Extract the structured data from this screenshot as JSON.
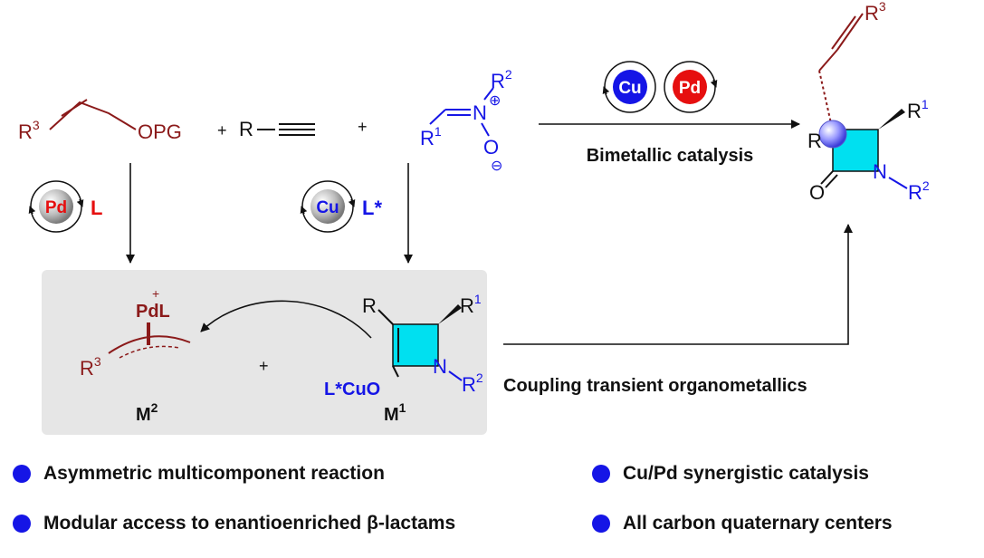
{
  "colors": {
    "maroon": "#8B1A1A",
    "blue": "#1515E6",
    "red": "#E60F0F",
    "cyan": "#00E0F0",
    "grey_box": "#E6E6E6",
    "dark": "#111111"
  },
  "reagents": {
    "allyl": {
      "r3": "R",
      "r3_sup": "3",
      "opg": "OPG"
    },
    "plus1": "+",
    "alkyne_r": "R",
    "plus2": "+",
    "nitrone": {
      "r1": "R",
      "r1_sup": "1",
      "r2": "R",
      "r2_sup": "2",
      "n": "N",
      "o": "O",
      "plus_charge": "⊕",
      "minus_charge": "⊖"
    }
  },
  "top_arrow": {
    "cu": "Cu",
    "pd": "Pd",
    "label": "Bimetallic catalysis"
  },
  "left_branch": {
    "metal": "Pd",
    "ligand": "L"
  },
  "mid_branch": {
    "metal": "Cu",
    "ligand": "L*"
  },
  "product": {
    "r3": "R",
    "r3_sup": "3",
    "r": "R",
    "r1": "R",
    "r1_sup": "1",
    "n": "N",
    "r2": "R",
    "r2_sup": "2",
    "o": "O"
  },
  "box": {
    "m2": {
      "pdl": "PdL",
      "charge": "+",
      "r3": "R",
      "r3_sup": "3",
      "label": "M",
      "label_sup": "2"
    },
    "plus": "+",
    "m1": {
      "r": "R",
      "r1": "R",
      "r1_sup": "1",
      "n": "N",
      "r2": "R",
      "r2_sup": "2",
      "cuo": "L*CuO",
      "label": "M",
      "label_sup": "1"
    }
  },
  "coupling_label": "Coupling  transient organometallics",
  "bullets": [
    "Asymmetric multicomponent reaction",
    "Cu/Pd synergistic catalysis",
    "Modular access to enantioenriched β-lactams",
    "All carbon quaternary centers"
  ]
}
